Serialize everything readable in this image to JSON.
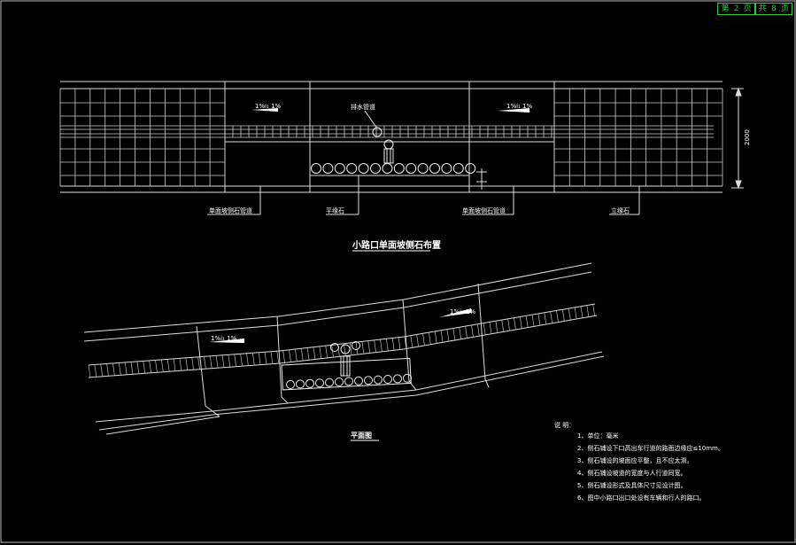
{
  "sheet": {
    "current": "第 2 页",
    "total": "共 8 页"
  },
  "elevation": {
    "slope_left": "1%i₁ 1%",
    "slope_right": "1%i₁ 1%",
    "drain_pipe": "排水管道",
    "dimension": "2000",
    "callouts": [
      "单面坡侧石管道",
      "平缘石",
      "单面坡侧石管道",
      "立缘石"
    ]
  },
  "title": "小路口单面坡侧石布置",
  "plan": {
    "slope_left": "1%i₁ 1%",
    "slope_right": "1%i₁ 1%",
    "caption": "平面图"
  },
  "notes": {
    "heading": "说 明：",
    "items": [
      "1、单位：毫米",
      "2、侧石铺设下口高出车行道的路面边缘应≤10mm。",
      "3、侧石铺设的坡面应平整，且不应太滑。",
      "4、侧石铺设坡道的宽度与人行道同宽。",
      "5、侧石铺设形式及具体尺寸见设计图。",
      "6、图中小路口出口处设有车辆和行人的路口。"
    ]
  }
}
